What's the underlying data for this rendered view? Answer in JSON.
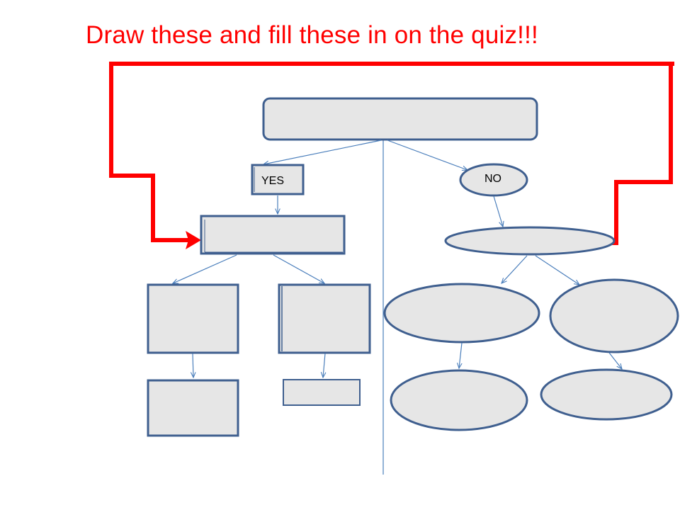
{
  "title": "Draw these and fill these in on the quiz!!!",
  "yes_label": "YES",
  "no_label": "NO",
  "colors": {
    "title": "#ff0000",
    "red_arrow": "#ff0000",
    "shape_fill": "#e6e6e6",
    "shape_stroke": "#3f5f8f",
    "connector": "#4a7ebb"
  }
}
